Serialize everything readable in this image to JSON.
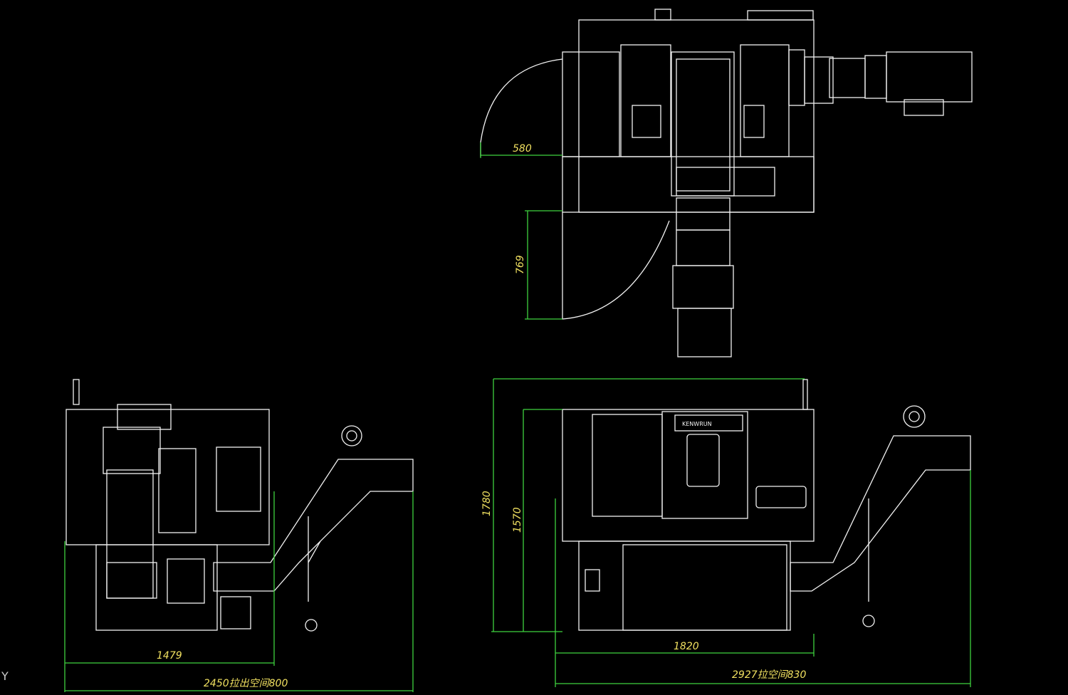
{
  "drawing": {
    "top_view": {
      "dimensions": [
        "580",
        "769"
      ]
    },
    "side_view": {
      "dimensions": [
        "1479",
        "2450拉出空间800"
      ]
    },
    "front_view": {
      "dimensions": [
        "1780",
        "1570",
        "1820",
        "2927拉空间830"
      ],
      "nameplate_text": "KENWRUN"
    },
    "ucs_label": "Y"
  },
  "colors": {
    "background": "#000000",
    "geometry": "#f2f2f2",
    "dimension_lines": "#3fd23f",
    "dimension_text": "#f0e060"
  }
}
